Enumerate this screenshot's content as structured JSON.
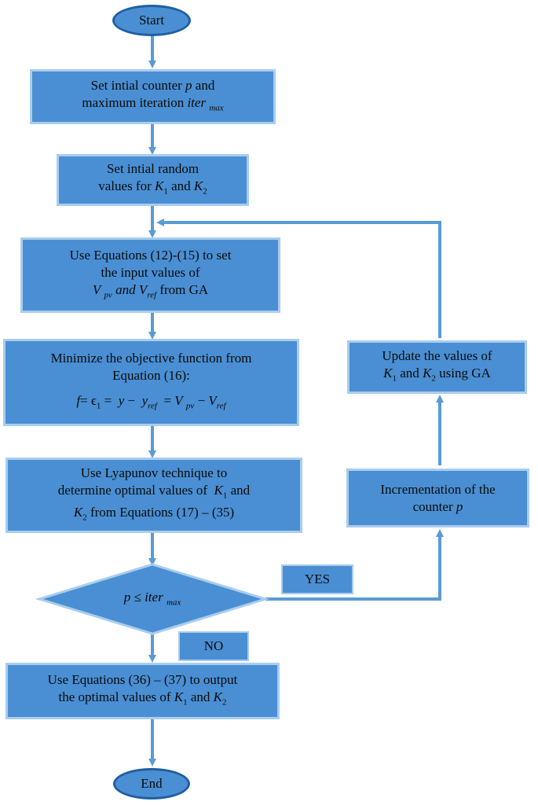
{
  "nodes": {
    "start": {
      "text": "Start"
    },
    "init_counter": {
      "line1": "Set intial counter p and",
      "line2": "maximum iteration iter max"
    },
    "init_random": {
      "line1": "Set intial random",
      "line2": "values for K1 and K2"
    },
    "use_eq_input": {
      "line1": "Use Equations (12)-(15) to set",
      "line2": "the input values of",
      "line3": "V pv and Vref from GA"
    },
    "minimize": {
      "line1": "Minimize the objective function from",
      "line2": "Equation (16):",
      "line3": "f= ϵ1 = y − yref = V pv − Vref"
    },
    "lyapunov": {
      "line1": "Use Lyapunov technique to",
      "line2": "determine optimal values of K1 and",
      "line3": "K2 from Equations (17) – (35)"
    },
    "decision": {
      "text": "p ≤ iter max"
    },
    "output": {
      "line1": "Use Equations (36) – (37) to output",
      "line2": "the optimal values of K1 and K2"
    },
    "end": {
      "text": "End"
    },
    "update": {
      "line1": "Update the values of",
      "line2": "K1 and K2 using GA"
    },
    "increment": {
      "line1": "Incrementation of the",
      "line2": "counter p"
    }
  },
  "labels": {
    "yes": "YES",
    "no": "NO"
  },
  "colors": {
    "fill": "#4a8fd3",
    "border": "#a9cdee",
    "arrow": "#5b9bd5"
  }
}
